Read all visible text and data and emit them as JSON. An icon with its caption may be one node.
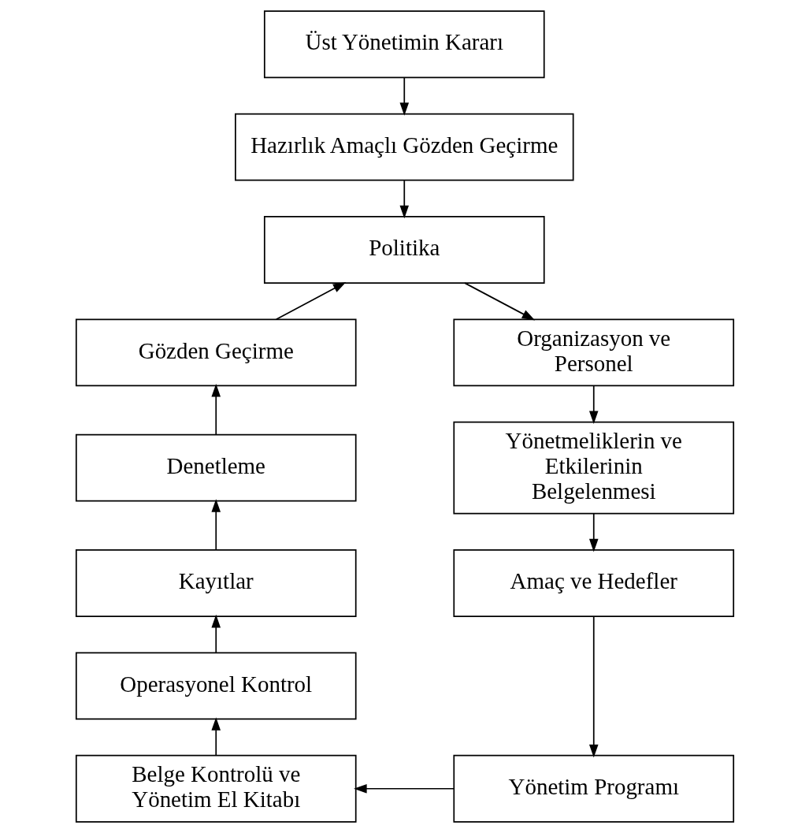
{
  "diagram": {
    "nodes": [
      {
        "text": [
          "Üst Yönetimin Kararı"
        ]
      },
      {
        "text": [
          "Hazırlık Amaçlı Gözden Geçirme"
        ]
      },
      {
        "text": [
          "Politika"
        ]
      },
      {
        "text": [
          "Gözden Geçirme"
        ]
      },
      {
        "text": [
          "Organizasyon ve Personel"
        ]
      },
      {
        "text": [
          "Denetleme"
        ]
      },
      {
        "text": [
          "Yönetmeliklerin ve Etkilerinin Belgelenmesi"
        ]
      },
      {
        "text": [
          "Kayıtlar"
        ]
      },
      {
        "text": [
          "Amaç ve Hedefler"
        ]
      },
      {
        "text": [
          "Operasyonel Kontrol"
        ]
      },
      {
        "text": [
          "Belge Kontrolü ve Yönetim El Kitabı"
        ]
      },
      {
        "text": [
          "Yönetim Programı"
        ]
      }
    ],
    "edges": [
      {
        "from": 0,
        "to": 1,
        "arrow": "to"
      },
      {
        "from": 1,
        "to": 2,
        "arrow": "to"
      },
      {
        "from": 3,
        "to": 2,
        "arrow": "to"
      },
      {
        "from": 2,
        "to": 4,
        "arrow": "to"
      },
      {
        "from": 4,
        "to": 6,
        "arrow": "to"
      },
      {
        "from": 6,
        "to": 8,
        "arrow": "to"
      },
      {
        "from": 8,
        "to": 11,
        "arrow": "to"
      },
      {
        "from": 11,
        "to": 10,
        "arrow": "to"
      },
      {
        "from": 10,
        "to": 9,
        "arrow": "to"
      },
      {
        "from": 9,
        "to": 7,
        "arrow": "to"
      },
      {
        "from": 7,
        "to": 5,
        "arrow": "to"
      },
      {
        "from": 5,
        "to": 3,
        "arrow": "to"
      }
    ]
  }
}
